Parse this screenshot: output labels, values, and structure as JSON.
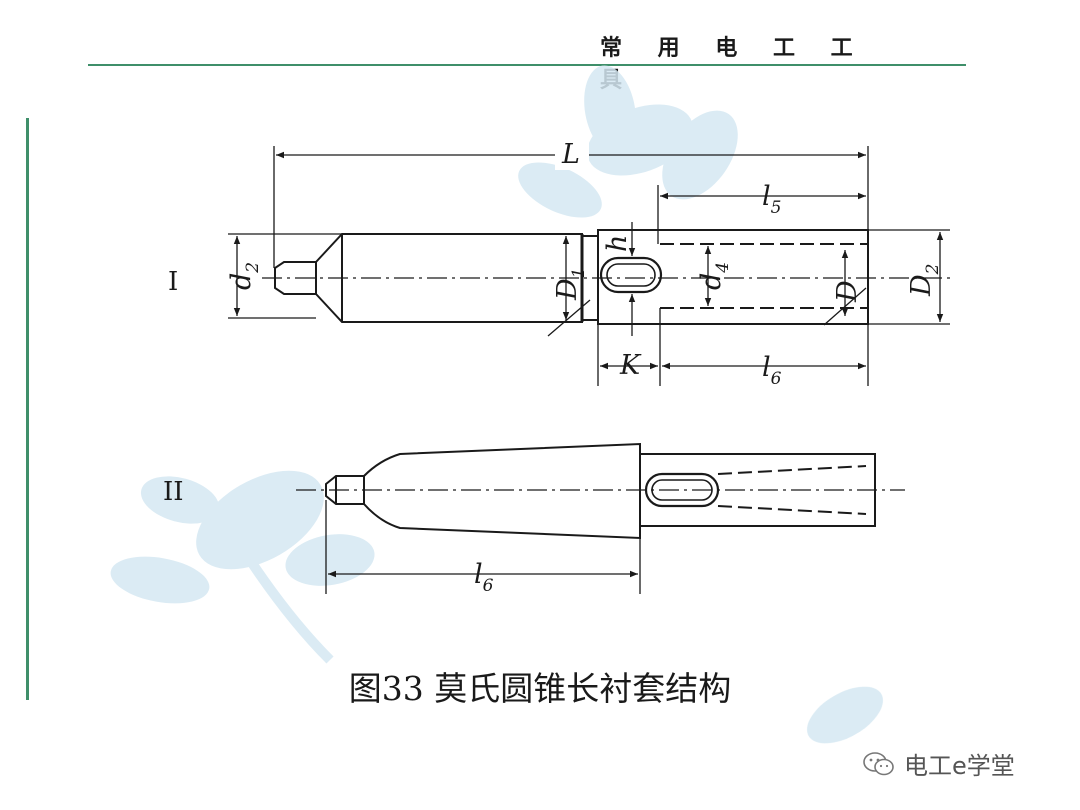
{
  "header": {
    "title": "常 用 电 工 工 具"
  },
  "figure": {
    "part_labels": {
      "part1": "I",
      "part2": "II"
    },
    "dimensions": {
      "L": "L",
      "l5": {
        "main": "l",
        "sub": "5"
      },
      "l6": {
        "main": "l",
        "sub": "6"
      },
      "l6_lower": {
        "main": "l",
        "sub": "6"
      },
      "K": "K",
      "h": "h",
      "d2": {
        "main": "d",
        "sub": "2"
      },
      "d4": {
        "main": "d",
        "sub": "4"
      },
      "D1": {
        "main": "D",
        "sub": "1"
      },
      "D": "D",
      "D2": {
        "main": "D",
        "sub": "2"
      }
    },
    "caption": "图33 莫氏圆锥长衬套结构"
  },
  "watermark": {
    "text": "电工e学堂"
  },
  "colors": {
    "accent": "#3f8f6a",
    "line": "#1a1a1a",
    "decor": "#d5e8f2"
  }
}
